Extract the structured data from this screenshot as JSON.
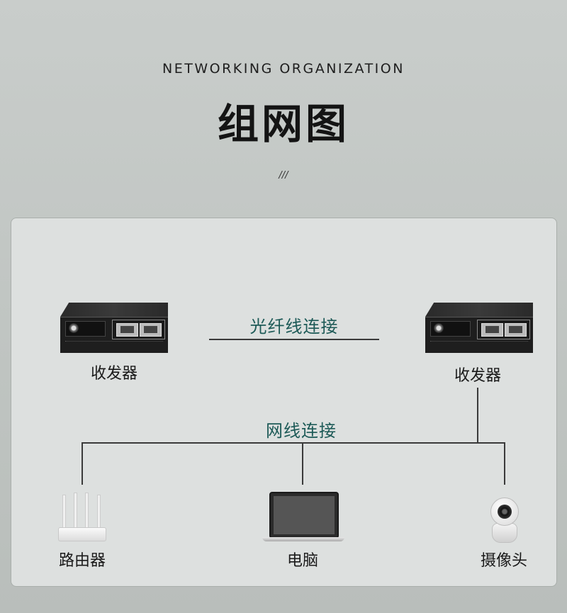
{
  "header": {
    "subtitle_en": "NETWORKING ORGANIZATION",
    "title_cn": "组网图",
    "ornament": "///"
  },
  "diagram": {
    "link_fiber": "光纤线连接",
    "link_network": "网线连接",
    "left_converter_label": "收发器",
    "right_converter_label": "收发器",
    "router_label": "路由器",
    "computer_label": "电脑",
    "camera_label": "摄像头"
  },
  "icons": {
    "converter": "media-converter-icon",
    "router": "router-icon",
    "computer": "laptop-icon",
    "camera": "ip-camera-icon"
  },
  "colors": {
    "link_label": "#1d5a57",
    "background": "#c9cdcb",
    "panel": "#dde0df"
  }
}
